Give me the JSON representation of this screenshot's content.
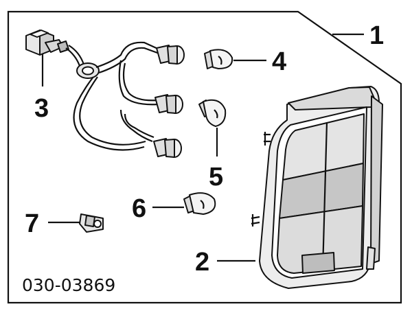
{
  "diagram": {
    "part_code": "030-03869",
    "callouts": {
      "c1": "1",
      "c2": "2",
      "c3": "3",
      "c4": "4",
      "c5": "5",
      "c6": "6",
      "c7": "7"
    }
  },
  "colors": {
    "ink": "#111111",
    "lens_light": "#e9e9e9",
    "lens_mid": "#cfcfcf",
    "lens_dark": "#b9b9b9",
    "bulb_fill": "#f4f4f4"
  },
  "icons": [
    "connector-icon",
    "wire-harness-icon",
    "bulb-socket-icon",
    "bulb-icon",
    "lamp-housing-icon",
    "clip-nut-icon"
  ]
}
